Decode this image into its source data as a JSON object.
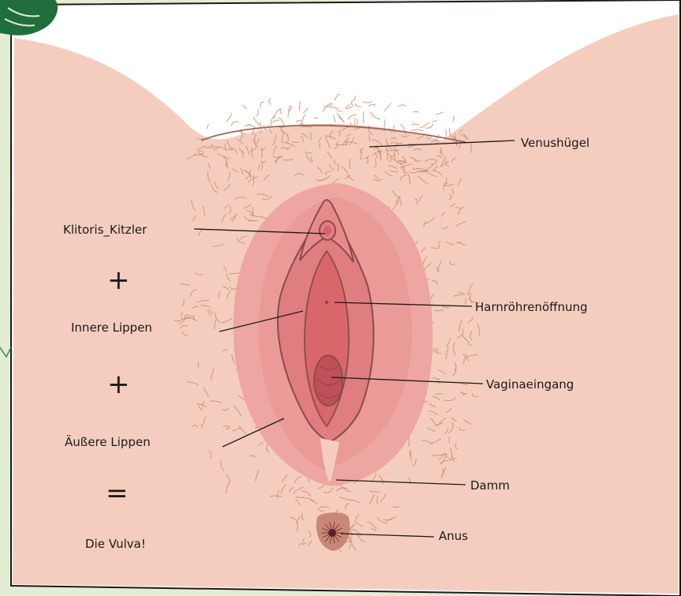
{
  "colors": {
    "background": "#e3edd4",
    "skin": "#f5cdbe",
    "outer_lips": "#eda3a0",
    "inner_lips": "#e07d80",
    "vestibule": "#d9666b",
    "outline": "#8a4b4b",
    "hair": "#c98c6e",
    "leaf": "#1f6e3b"
  },
  "icons": {
    "leaf": "monstera-leaf-icon"
  },
  "labels": {
    "venushuegel": "Venushügel",
    "klitoris": "Klitoris_Kitzler",
    "harnroehre": "Harnröhrenöffnung",
    "innere_lippen": "Innere Lippen",
    "vaginaeingang": "Vaginaeingang",
    "aeussere_lippen": "Äußere Lippen",
    "damm": "Damm",
    "anus": "Anus",
    "die_vulva": "Die Vulva!"
  },
  "equation": {
    "plus_1": "+",
    "plus_2": "+",
    "equals": "="
  }
}
